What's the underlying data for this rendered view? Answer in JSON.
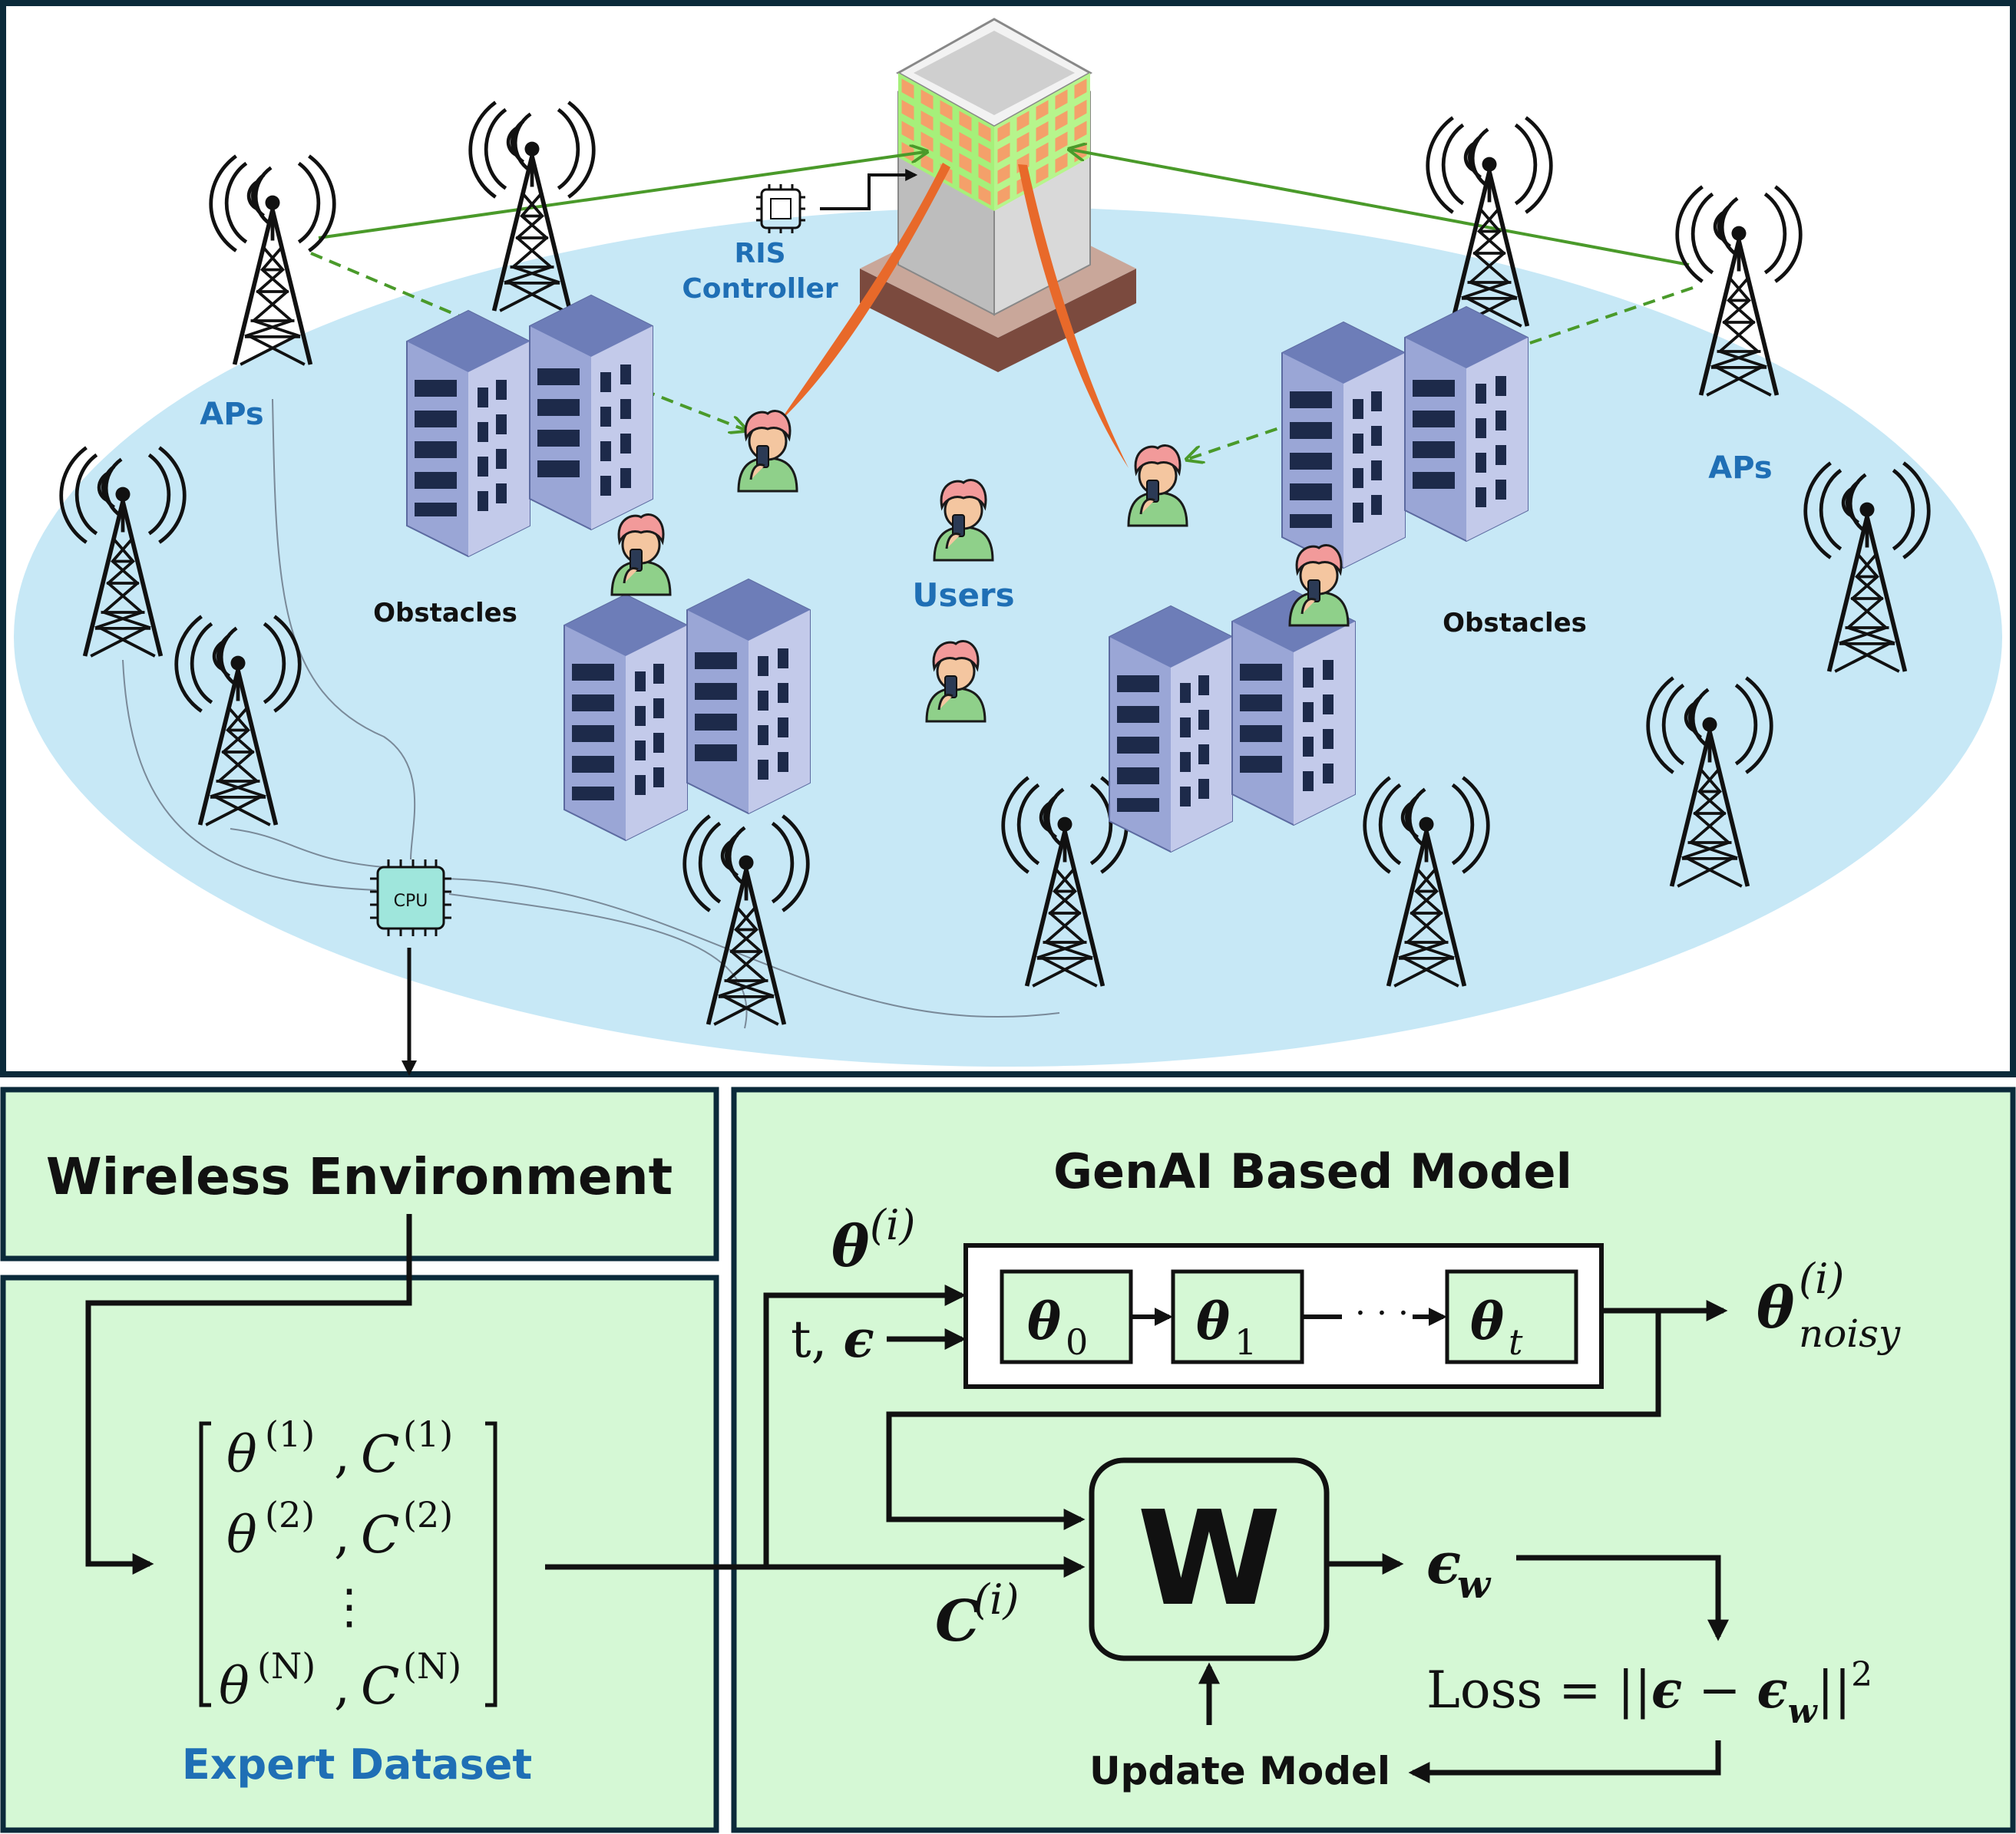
{
  "scene": {
    "aps_label_left": "APs",
    "aps_label_right": "APs",
    "ris_label_line1": "RIS",
    "ris_label_line2": "Controller",
    "users_label": "Users",
    "obstacles_label_left": "Obstacles",
    "obstacles_label_right": "Obstacles",
    "cpu_label": "CPU"
  },
  "wireless": {
    "title": "Wireless Environment"
  },
  "dataset": {
    "rows": [
      {
        "theta": "θ",
        "theta_sup": "(1)",
        "comma": ",",
        "c": "C",
        "c_sup": "(1)"
      },
      {
        "theta": "θ",
        "theta_sup": "(2)",
        "comma": ",",
        "c": "C",
        "c_sup": "(2)"
      },
      {
        "theta": "θ",
        "theta_sup": "(N)",
        "comma": ",",
        "c": "C",
        "c_sup": "(N)"
      }
    ],
    "dots": "⋮",
    "caption": "Expert Dataset"
  },
  "genai": {
    "title": "GenAI Based Model",
    "theta_in": "θ",
    "theta_in_sup": "(i)",
    "t_eps_label": "t, ",
    "eps_symbol": "ϵ",
    "chain": [
      {
        "sym": "θ",
        "sub": "0"
      },
      {
        "sym": "θ",
        "sub": "1"
      },
      {
        "sym": "θ",
        "sub": "t"
      }
    ],
    "chain_dots": "· · ·",
    "noisy_sym": "θ",
    "noisy_sup": "(i)",
    "noisy_sub": "noisy",
    "c_in": "C",
    "c_in_sup": "(i)",
    "model_symbol": "W",
    "eps_w": "ϵ",
    "eps_w_sub": "w",
    "loss_prefix": "Loss = ||",
    "loss_eps": "ϵ",
    "loss_minus": " − ",
    "loss_epsw": "ϵ",
    "loss_epsw_sub": "w",
    "loss_suffix": "||",
    "loss_power": "2",
    "update_label": "Update Model"
  },
  "colors": {
    "panel_fill": "#d5f8d5",
    "frame": "#0b2a3a",
    "ellipse": "#c7e8f6",
    "label_blue": "#1f6fb5",
    "beam": "#e8692a",
    "link_green": "#4a9a2a",
    "ris_tile": "#f4a06a",
    "building": "#7f8fc6"
  }
}
